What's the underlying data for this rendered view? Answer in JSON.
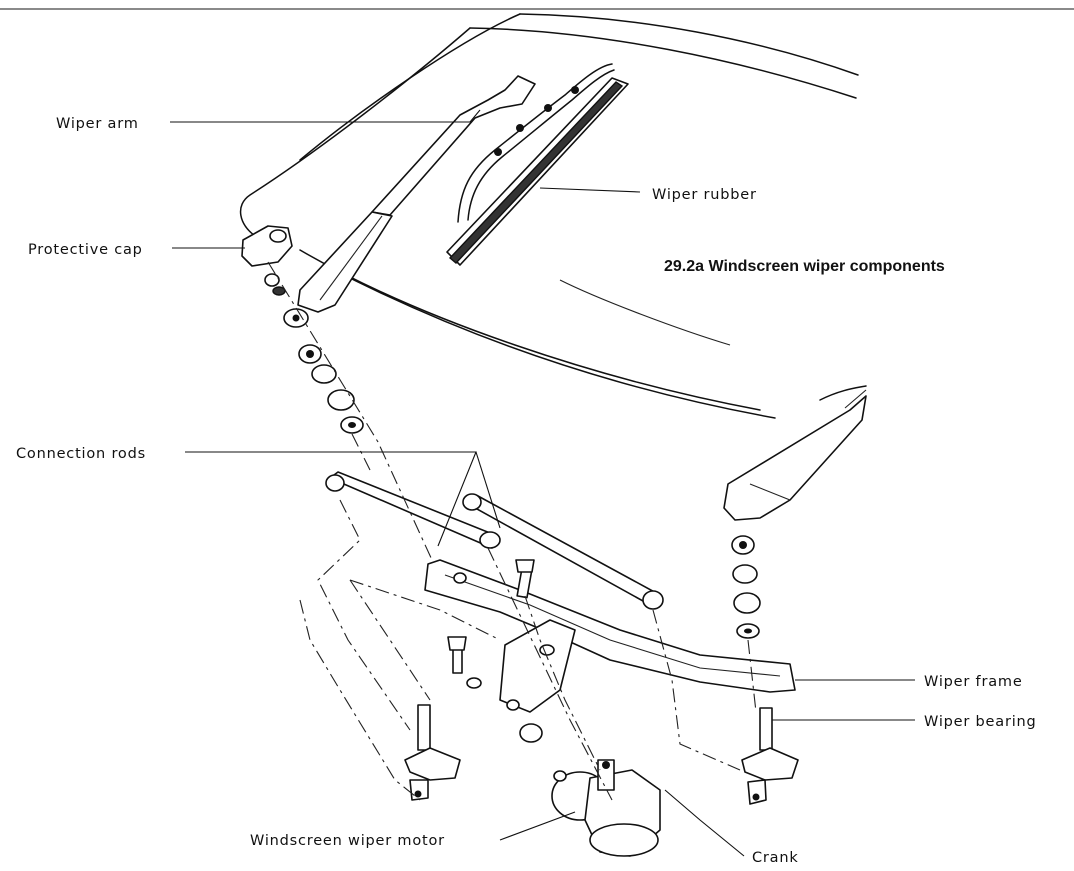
{
  "figure": {
    "caption": "29.2a  Windscreen wiper components"
  },
  "labels": {
    "wiper_arm": "Wiper arm",
    "protective_cap": "Protective cap",
    "wiper_rubber": "Wiper rubber",
    "connection_rods": "Connection rods",
    "wiper_frame": "Wiper frame",
    "wiper_bearing": "Wiper bearing",
    "windscreen_wiper_motor": "Windscreen wiper motor",
    "crank": "Crank"
  }
}
